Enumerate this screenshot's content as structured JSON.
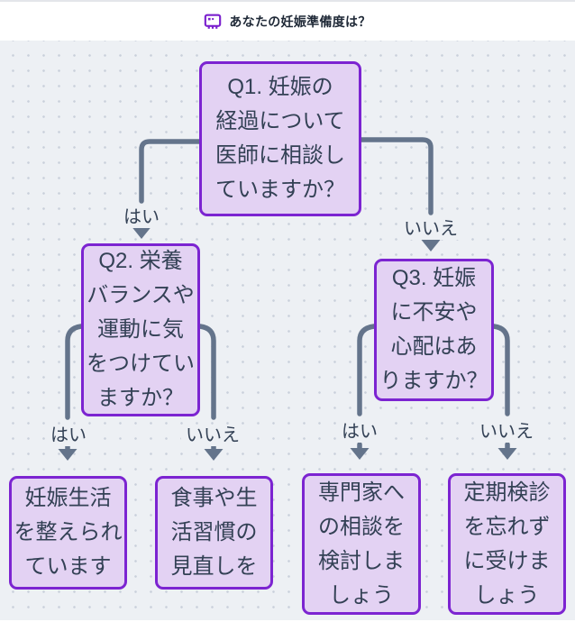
{
  "header": {
    "title": "あなたの妊娠準備度は？",
    "icon": "billboard-icon"
  },
  "flowchart": {
    "nodes": {
      "q1": {
        "id": "Q1",
        "lines": [
          "Q1. 妊娠の",
          "経過について",
          "医師に相談し",
          "ていますか？"
        ]
      },
      "q2": {
        "id": "Q2",
        "lines": [
          "Q2. 栄養",
          "バランスや",
          "運動に気",
          "をつけてい",
          "ますか？"
        ]
      },
      "q3": {
        "id": "Q3",
        "lines": [
          "Q3. 妊娠",
          "に不安や",
          "心配はあ",
          "りますか？"
        ]
      },
      "r1": {
        "lines": [
          "妊娠生活",
          "を整えられ",
          "ています"
        ]
      },
      "r2": {
        "lines": [
          "食事や生",
          "活習慣の",
          "見直しを"
        ]
      },
      "r3": {
        "lines": [
          "専門家へ",
          "の相談を",
          "検討しま",
          "しょう"
        ]
      },
      "r4": {
        "lines": [
          "定期検診",
          "を忘れず",
          "に受けま",
          "しょう"
        ]
      }
    },
    "edges": [
      {
        "from": "q1",
        "to": "q2",
        "label": "はい"
      },
      {
        "from": "q1",
        "to": "q3",
        "label": "いいえ"
      },
      {
        "from": "q2",
        "to": "r1",
        "label": "はい"
      },
      {
        "from": "q2",
        "to": "r2",
        "label": "いいえ"
      },
      {
        "from": "q3",
        "to": "r3",
        "label": "はい"
      },
      {
        "from": "q3",
        "to": "r4",
        "label": "いいえ"
      }
    ],
    "colors": {
      "node_fill": "#e3d2f3",
      "node_border": "#7c24d1",
      "node_text": "#334155",
      "edge_color": "#64748b",
      "accent": "#7c22ce",
      "canvas_bg": "#edf0f4",
      "canvas_dot": "#c9d0db"
    }
  }
}
